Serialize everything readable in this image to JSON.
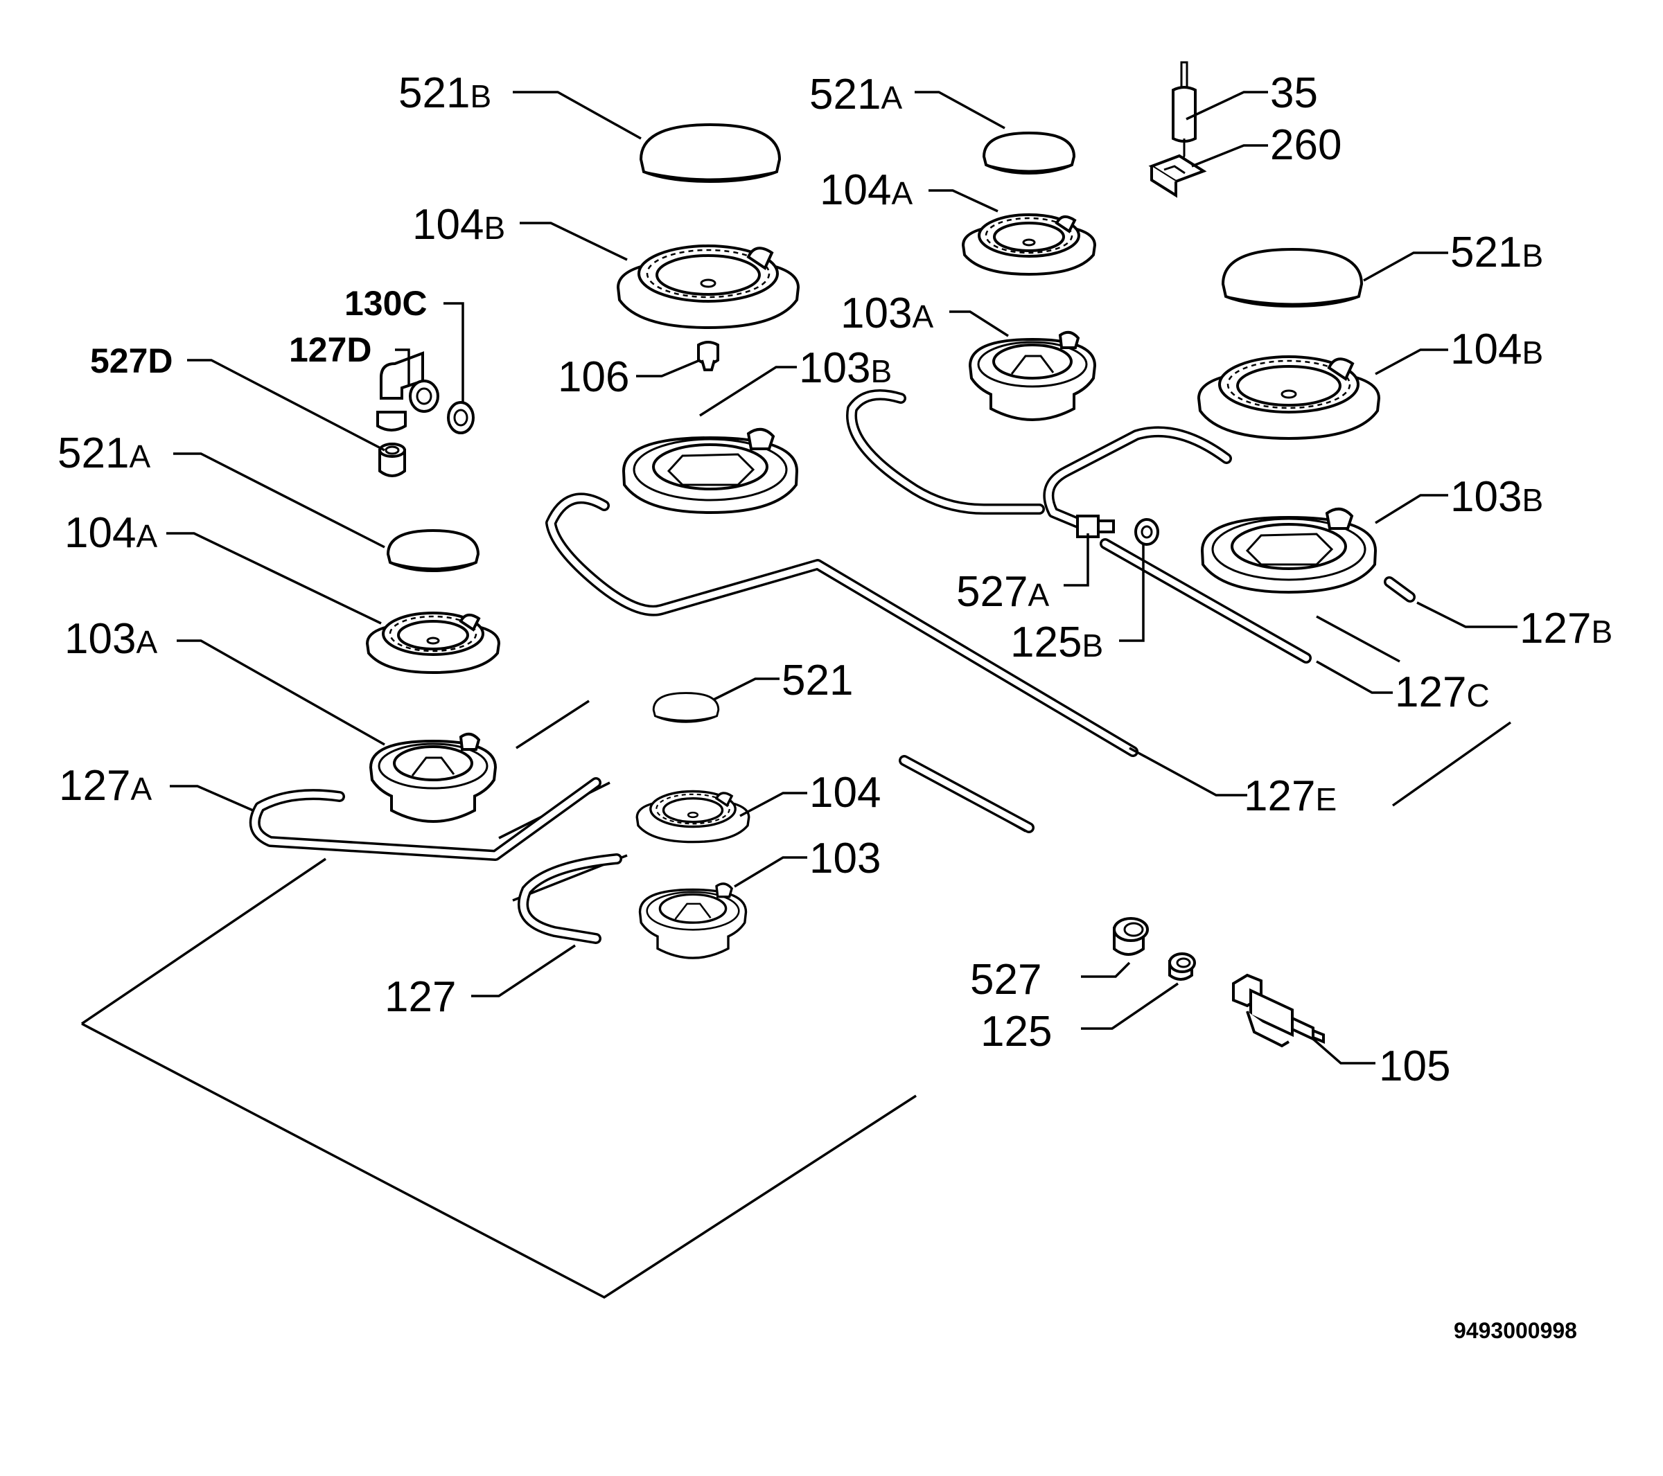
{
  "labels": {
    "l_521B_top": {
      "num": "521",
      "suf": "B"
    },
    "l_521A_top": {
      "num": "521",
      "suf": "A"
    },
    "l_35": {
      "num": "35",
      "suf": ""
    },
    "l_260": {
      "num": "260",
      "suf": ""
    },
    "l_104B_top": {
      "num": "104",
      "suf": "B"
    },
    "l_104A_top": {
      "num": "104",
      "suf": "A"
    },
    "l_521B_right": {
      "num": "521",
      "suf": "B"
    },
    "l_130C": {
      "num": "130C",
      "suf": ""
    },
    "l_127D": {
      "num": "127D",
      "suf": ""
    },
    "l_527D": {
      "num": "527D",
      "suf": ""
    },
    "l_103A_top": {
      "num": "103",
      "suf": "A"
    },
    "l_104B_right": {
      "num": "104",
      "suf": "B"
    },
    "l_106": {
      "num": "106",
      "suf": ""
    },
    "l_103B_mid": {
      "num": "103",
      "suf": "B"
    },
    "l_521A_left": {
      "num": "521",
      "suf": "A"
    },
    "l_103B_right": {
      "num": "103",
      "suf": "B"
    },
    "l_104A_left": {
      "num": "104",
      "suf": "A"
    },
    "l_527A": {
      "num": "527",
      "suf": "A"
    },
    "l_127B": {
      "num": "127",
      "suf": "B"
    },
    "l_103A_left": {
      "num": "103",
      "suf": "A"
    },
    "l_125B": {
      "num": "125",
      "suf": "B"
    },
    "l_521": {
      "num": "521",
      "suf": ""
    },
    "l_127C": {
      "num": "127",
      "suf": "C"
    },
    "l_127A": {
      "num": "127",
      "suf": "A"
    },
    "l_104": {
      "num": "104",
      "suf": ""
    },
    "l_127E": {
      "num": "127",
      "suf": "E"
    },
    "l_103": {
      "num": "103",
      "suf": ""
    },
    "l_527": {
      "num": "527",
      "suf": ""
    },
    "l_127": {
      "num": "127",
      "suf": ""
    },
    "l_125": {
      "num": "125",
      "suf": ""
    },
    "l_105": {
      "num": "105",
      "suf": ""
    }
  },
  "drawing_code": "9493000998"
}
